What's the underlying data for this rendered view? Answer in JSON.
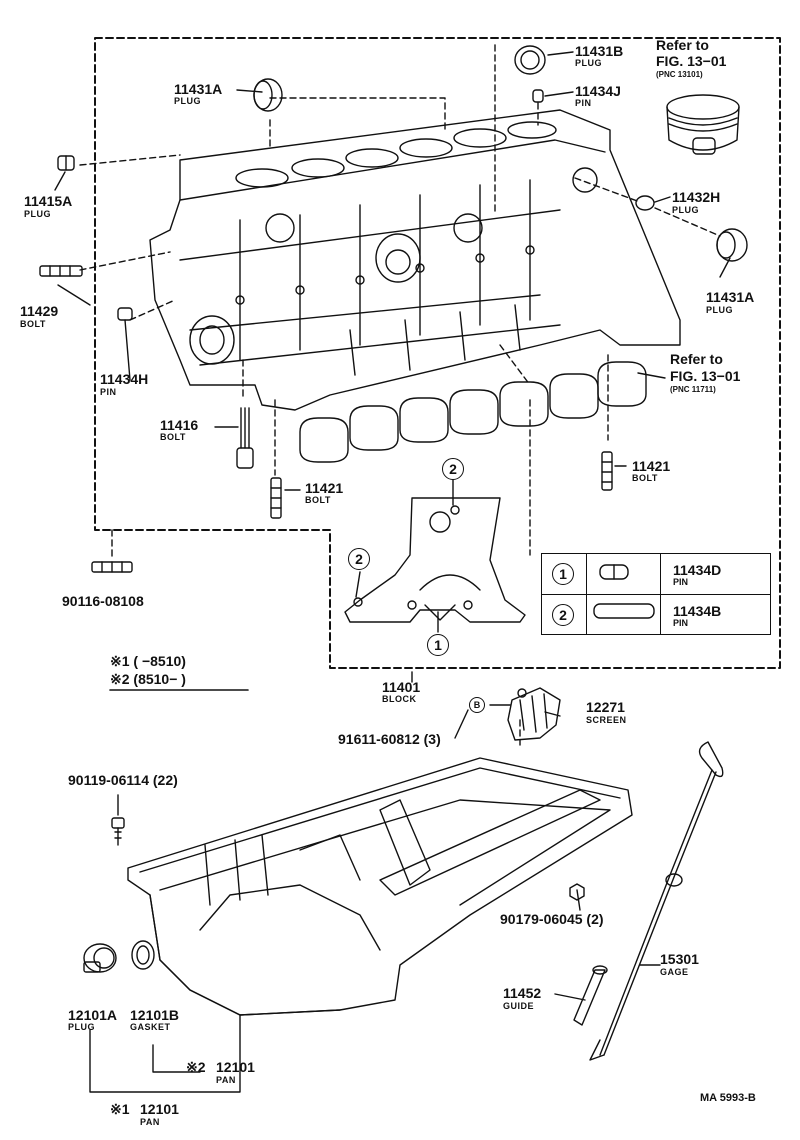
{
  "labels": {
    "p11431B": {
      "num": "11431B",
      "name": "PLUG"
    },
    "p11434J": {
      "num": "11434J",
      "name": "PIN"
    },
    "p11431A_top": {
      "num": "11431A",
      "name": "PLUG"
    },
    "p11415A": {
      "num": "11415A",
      "name": "PLUG"
    },
    "p11432H": {
      "num": "11432H",
      "name": "PLUG"
    },
    "p11431A_right": {
      "num": "11431A",
      "name": "PLUG"
    },
    "p11429": {
      "num": "11429",
      "name": "BOLT"
    },
    "p11434H": {
      "num": "11434H",
      "name": "PIN"
    },
    "p11416": {
      "num": "11416",
      "name": "BOLT"
    },
    "p11421_left": {
      "num": "11421",
      "name": "BOLT"
    },
    "p11421_right": {
      "num": "11421",
      "name": "BOLT"
    },
    "p90116": {
      "num": "90116-08108"
    },
    "p11401": {
      "num": "11401",
      "name": "BLOCK"
    },
    "p12271": {
      "num": "12271",
      "name": "SCREEN"
    },
    "p91611": {
      "num": "91611-60812 (3)"
    },
    "p90119": {
      "num": "90119-06114 (22)"
    },
    "p90179": {
      "num": "90179-06045 (2)"
    },
    "p15301": {
      "num": "15301",
      "name": "GAGE"
    },
    "p11452": {
      "num": "11452",
      "name": "GUIDE"
    },
    "p12101A": {
      "num": "12101A",
      "name": "PLUG"
    },
    "p12101B": {
      "num": "12101B",
      "name": "GASKET"
    },
    "p12101_2": {
      "num": "12101",
      "mark": "※2",
      "name": "PAN"
    },
    "p12101_1": {
      "num": "12101",
      "mark": "※1",
      "name": "PAN"
    }
  },
  "refs": {
    "piston": {
      "line1": "Refer to",
      "line2": "FIG. 13−01",
      "pnc": "(PNC 13101)"
    },
    "bearing": {
      "line1": "Refer to",
      "line2": "FIG. 13−01",
      "pnc": "(PNC 11711)"
    }
  },
  "notes": {
    "note1": "※1 (        −8510)",
    "note2": "※2 (8510−        )"
  },
  "callouts": {
    "one": "1",
    "two": "2",
    "b": "B"
  },
  "legend": {
    "rows": [
      {
        "index": "1",
        "part": "11434D",
        "name": "PIN"
      },
      {
        "index": "2",
        "part": "11434B",
        "name": "PIN"
      }
    ]
  },
  "footer": {
    "code": "MA  5993-B"
  }
}
